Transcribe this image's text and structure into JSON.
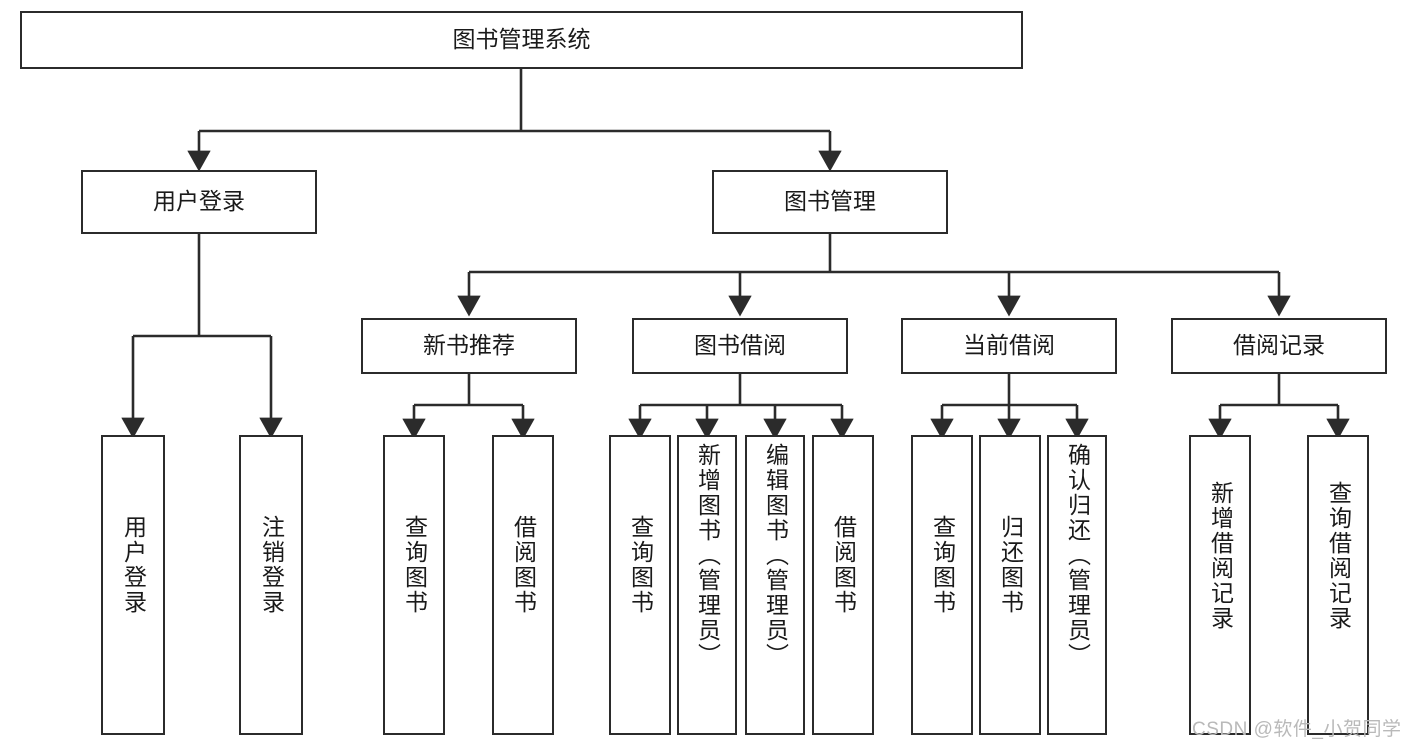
{
  "diagram": {
    "title": "图书管理系统",
    "type": "hierarchy-tree",
    "nodes": [
      {
        "id": "root",
        "label": "图书管理系统",
        "level": 0,
        "orientation": "horizontal"
      },
      {
        "id": "user-login",
        "label": "用户登录",
        "level": 1,
        "orientation": "horizontal"
      },
      {
        "id": "book-manage",
        "label": "图书管理",
        "level": 1,
        "orientation": "horizontal"
      },
      {
        "id": "new-book-rec",
        "label": "新书推荐",
        "level": 2,
        "orientation": "horizontal"
      },
      {
        "id": "book-borrow",
        "label": "图书借阅",
        "level": 2,
        "orientation": "horizontal"
      },
      {
        "id": "current-borrow",
        "label": "当前借阅",
        "level": 2,
        "orientation": "horizontal"
      },
      {
        "id": "borrow-record",
        "label": "借阅记录",
        "level": 2,
        "orientation": "horizontal"
      },
      {
        "id": "leaf-login",
        "label": "用户登录",
        "level": 3,
        "orientation": "vertical"
      },
      {
        "id": "leaf-logout",
        "label": "注销登录",
        "level": 3,
        "orientation": "vertical"
      },
      {
        "id": "leaf-query-1",
        "label": "查询图书",
        "level": 3,
        "orientation": "vertical"
      },
      {
        "id": "leaf-borrow-1",
        "label": "借阅图书",
        "level": 3,
        "orientation": "vertical"
      },
      {
        "id": "leaf-query-2",
        "label": "查询图书",
        "level": 3,
        "orientation": "vertical"
      },
      {
        "id": "leaf-add-book",
        "label": "新增图书（管理员）",
        "level": 3,
        "orientation": "vertical"
      },
      {
        "id": "leaf-edit-book",
        "label": "编辑图书（管理员）",
        "level": 3,
        "orientation": "vertical"
      },
      {
        "id": "leaf-borrow-2",
        "label": "借阅图书",
        "level": 3,
        "orientation": "vertical"
      },
      {
        "id": "leaf-query-3",
        "label": "查询图书",
        "level": 3,
        "orientation": "vertical"
      },
      {
        "id": "leaf-return",
        "label": "归还图书",
        "level": 3,
        "orientation": "vertical"
      },
      {
        "id": "leaf-confirm",
        "label": "确认归还（管理员）",
        "level": 3,
        "orientation": "vertical"
      },
      {
        "id": "leaf-add-rec",
        "label": "新增借阅记录",
        "level": 3,
        "orientation": "vertical"
      },
      {
        "id": "leaf-query-rec",
        "label": "查询借阅记录",
        "level": 3,
        "orientation": "vertical"
      }
    ],
    "edges": [
      {
        "from": "root",
        "to": "user-login"
      },
      {
        "from": "root",
        "to": "book-manage"
      },
      {
        "from": "user-login",
        "to": "leaf-login"
      },
      {
        "from": "user-login",
        "to": "leaf-logout"
      },
      {
        "from": "book-manage",
        "to": "new-book-rec"
      },
      {
        "from": "book-manage",
        "to": "book-borrow"
      },
      {
        "from": "book-manage",
        "to": "current-borrow"
      },
      {
        "from": "book-manage",
        "to": "borrow-record"
      },
      {
        "from": "new-book-rec",
        "to": "leaf-query-1"
      },
      {
        "from": "new-book-rec",
        "to": "leaf-borrow-1"
      },
      {
        "from": "book-borrow",
        "to": "leaf-query-2"
      },
      {
        "from": "book-borrow",
        "to": "leaf-add-book"
      },
      {
        "from": "book-borrow",
        "to": "leaf-edit-book"
      },
      {
        "from": "book-borrow",
        "to": "leaf-borrow-2"
      },
      {
        "from": "current-borrow",
        "to": "leaf-query-3"
      },
      {
        "from": "current-borrow",
        "to": "leaf-return"
      },
      {
        "from": "current-borrow",
        "to": "leaf-confirm"
      },
      {
        "from": "borrow-record",
        "to": "leaf-add-rec"
      },
      {
        "from": "borrow-record",
        "to": "leaf-query-rec"
      }
    ],
    "colors": {
      "box_border": "#2b2b2b",
      "box_fill": "#ffffff",
      "text": "#1a1a1a",
      "edge": "#2b2b2b",
      "watermark": "#b9b9b9",
      "background": "#ffffff"
    }
  },
  "watermark": {
    "text": "CSDN @软件_小贺同学"
  }
}
